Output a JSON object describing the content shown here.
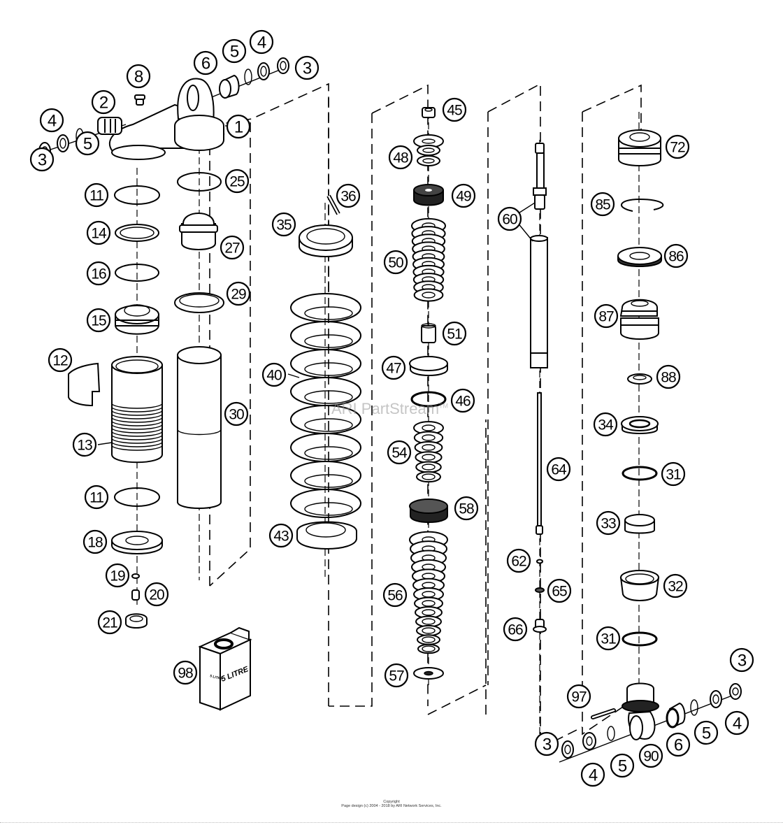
{
  "diagram": {
    "title": "Shock absorber exploded parts diagram",
    "watermark": "ARI PartStream",
    "watermark_tm": "TM",
    "callouts": [
      {
        "id": "c1",
        "label": "1"
      },
      {
        "id": "c2",
        "label": "2"
      },
      {
        "id": "c3a",
        "label": "3"
      },
      {
        "id": "c3b",
        "label": "3"
      },
      {
        "id": "c3c",
        "label": "3"
      },
      {
        "id": "c3d",
        "label": "3"
      },
      {
        "id": "c4a",
        "label": "4"
      },
      {
        "id": "c4b",
        "label": "4"
      },
      {
        "id": "c4c",
        "label": "4"
      },
      {
        "id": "c4d",
        "label": "4"
      },
      {
        "id": "c5a",
        "label": "5"
      },
      {
        "id": "c5b",
        "label": "5"
      },
      {
        "id": "c5c",
        "label": "5"
      },
      {
        "id": "c5d",
        "label": "5"
      },
      {
        "id": "c6a",
        "label": "6"
      },
      {
        "id": "c6b",
        "label": "6"
      },
      {
        "id": "c8",
        "label": "8"
      },
      {
        "id": "c11a",
        "label": "11"
      },
      {
        "id": "c11b",
        "label": "11"
      },
      {
        "id": "c12",
        "label": "12"
      },
      {
        "id": "c13",
        "label": "13"
      },
      {
        "id": "c14",
        "label": "14"
      },
      {
        "id": "c15",
        "label": "15"
      },
      {
        "id": "c16",
        "label": "16"
      },
      {
        "id": "c18",
        "label": "18"
      },
      {
        "id": "c19",
        "label": "19"
      },
      {
        "id": "c20",
        "label": "20"
      },
      {
        "id": "c21",
        "label": "21"
      },
      {
        "id": "c25",
        "label": "25"
      },
      {
        "id": "c27",
        "label": "27"
      },
      {
        "id": "c29",
        "label": "29"
      },
      {
        "id": "c30",
        "label": "30"
      },
      {
        "id": "c31a",
        "label": "31"
      },
      {
        "id": "c31b",
        "label": "31"
      },
      {
        "id": "c32",
        "label": "32"
      },
      {
        "id": "c33",
        "label": "33"
      },
      {
        "id": "c34",
        "label": "34"
      },
      {
        "id": "c35",
        "label": "35"
      },
      {
        "id": "c36",
        "label": "36"
      },
      {
        "id": "c40",
        "label": "40"
      },
      {
        "id": "c43",
        "label": "43"
      },
      {
        "id": "c45",
        "label": "45"
      },
      {
        "id": "c46",
        "label": "46"
      },
      {
        "id": "c47",
        "label": "47"
      },
      {
        "id": "c48",
        "label": "48"
      },
      {
        "id": "c49",
        "label": "49"
      },
      {
        "id": "c50",
        "label": "50"
      },
      {
        "id": "c51",
        "label": "51"
      },
      {
        "id": "c54",
        "label": "54"
      },
      {
        "id": "c56",
        "label": "56"
      },
      {
        "id": "c57",
        "label": "57"
      },
      {
        "id": "c58",
        "label": "58"
      },
      {
        "id": "c60",
        "label": "60"
      },
      {
        "id": "c62",
        "label": "62"
      },
      {
        "id": "c64",
        "label": "64"
      },
      {
        "id": "c65",
        "label": "65"
      },
      {
        "id": "c66",
        "label": "66"
      },
      {
        "id": "c72",
        "label": "72"
      },
      {
        "id": "c85",
        "label": "85"
      },
      {
        "id": "c86",
        "label": "86"
      },
      {
        "id": "c87",
        "label": "87"
      },
      {
        "id": "c88",
        "label": "88"
      },
      {
        "id": "c90",
        "label": "90"
      },
      {
        "id": "c97",
        "label": "97"
      },
      {
        "id": "c98",
        "label": "98"
      }
    ],
    "oil_can": {
      "front_label": "5 LITRE",
      "side_label": "5 LITRE"
    }
  },
  "footer": {
    "line1": "Copyright",
    "line2": "Page design (c) 2004 - 2018 by ARI Network Services, Inc."
  }
}
